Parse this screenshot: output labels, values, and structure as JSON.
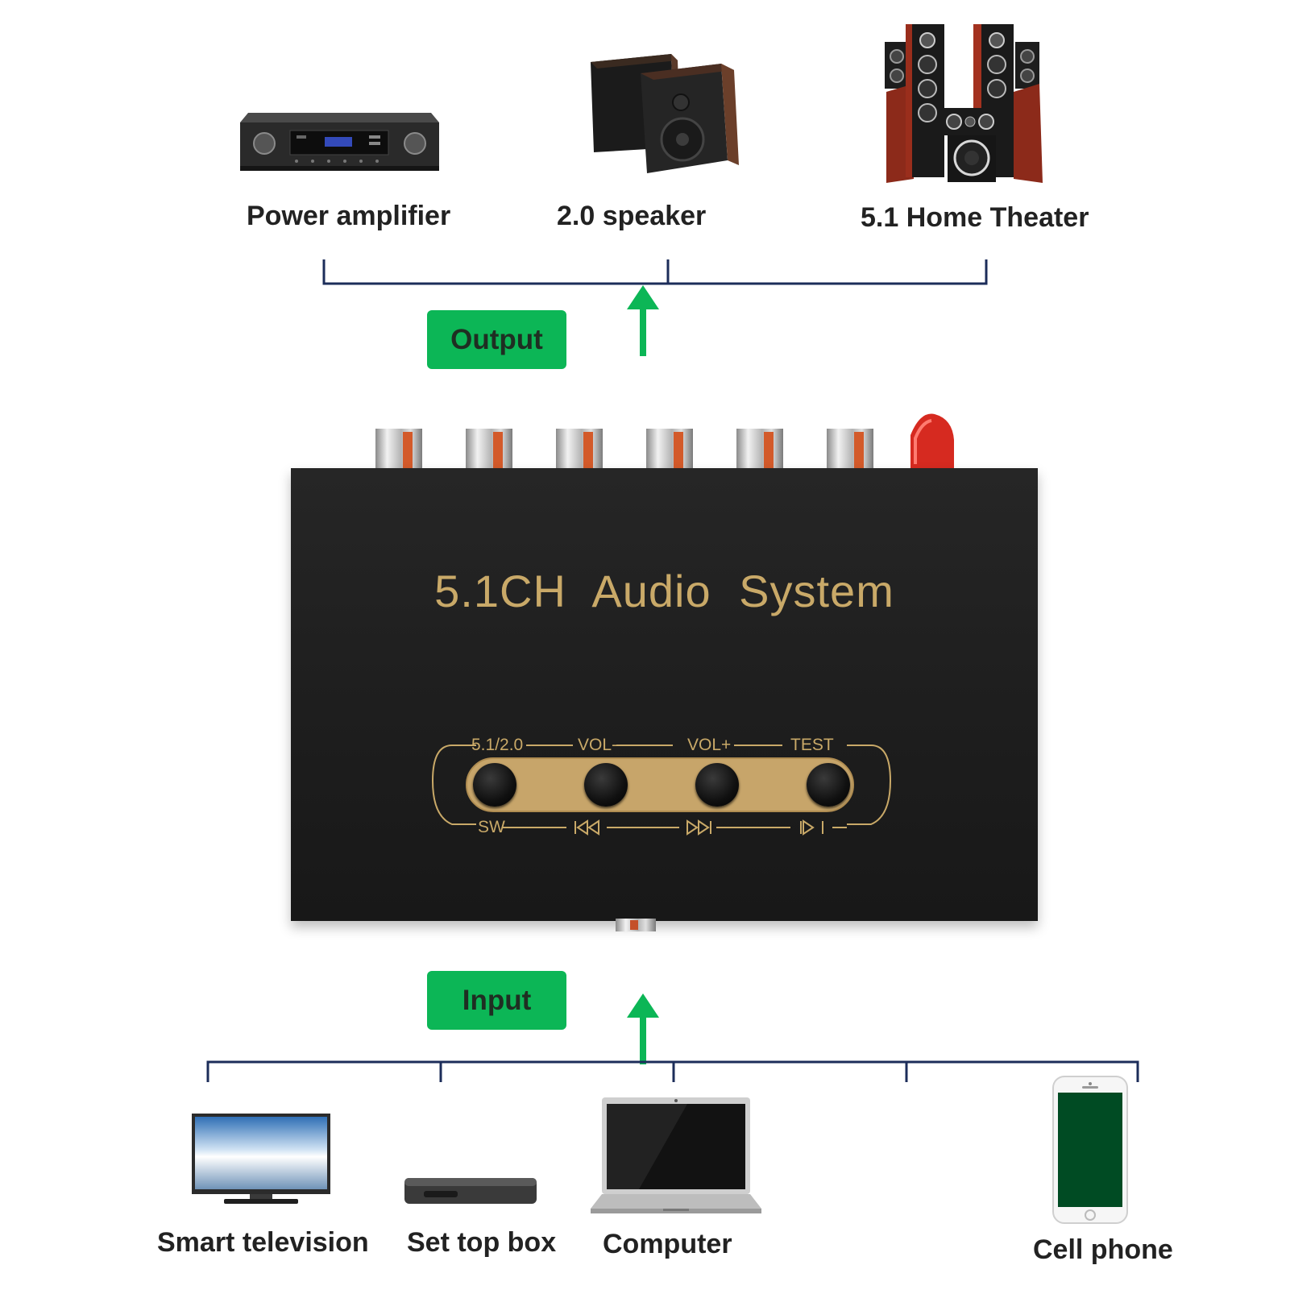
{
  "outputs": {
    "power_amplifier": "Power amplifier",
    "speaker_20": "2.0 speaker",
    "home_theater": "5.1 Home Theater"
  },
  "output_label": "Output",
  "input_label": "Input",
  "device": {
    "title": "5.1CH  Audio  System",
    "top_labels": [
      "5.1/2.0",
      "VOL-",
      "VOL+",
      "TEST"
    ],
    "bottom_labels": [
      "SW"
    ]
  },
  "inputs": {
    "smart_tv": "Smart television",
    "set_top_box": "Set top box",
    "computer": "Computer",
    "cell_phone": "Cell phone"
  },
  "colors": {
    "accent_green": "#0cb656",
    "bracket_navy": "#1c2d5a",
    "gold": "#c9a968"
  }
}
